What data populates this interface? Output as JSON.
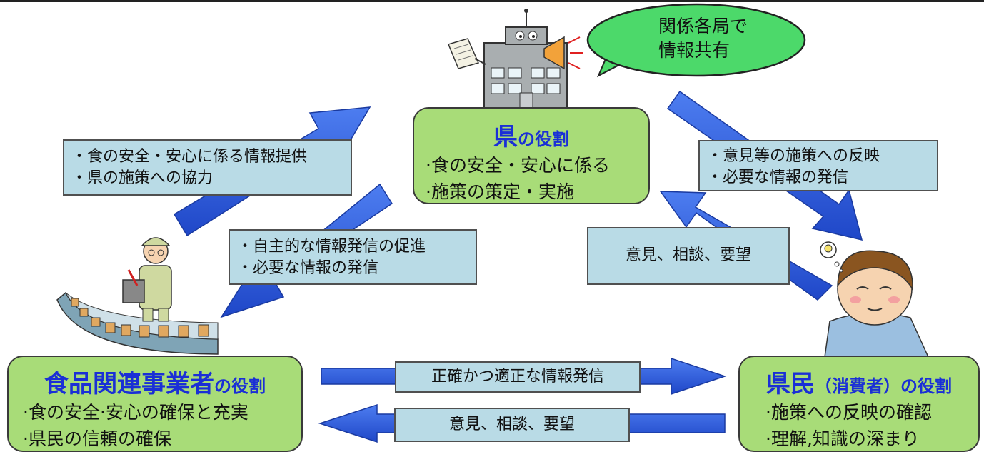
{
  "bubble": {
    "line1": "関係各局で",
    "line2": "情報共有"
  },
  "prefecture": {
    "title_main": "県",
    "title_suffix": "の役割",
    "items": [
      "·食の安全・安心に係る",
      "·施策の策定・実施"
    ]
  },
  "business": {
    "title_main": "食品関連事業者",
    "title_suffix": "の役割",
    "items": [
      "·食の安全·安心の確保と充実",
      "·県民の信頼の確保"
    ]
  },
  "citizen": {
    "title_main": "県民",
    "title_suffix": "（消費者）の役割",
    "items": [
      "·施策への反映の確認",
      "·理解,知識の深まり"
    ]
  },
  "labels": {
    "business_to_pref": [
      "・食の安全・安心に係る情報提供",
      "・県の施策への協力"
    ],
    "pref_to_business": [
      "・自主的な情報発信の促進",
      "・必要な情報の発信"
    ],
    "pref_to_citizen": [
      "・意見等の施策への反映",
      "・必要な情報の発信"
    ],
    "citizen_to_pref": "意見、相談、要望",
    "business_to_citizen": "正確かつ適正な情報発信",
    "citizen_to_business": "意見、相談、要望"
  },
  "colors": {
    "role_fill": "#a8dc78",
    "title_blue": "#1a2fd6",
    "label_fill": "#b9dbe6",
    "arrow_blue": "#2a5be0",
    "bubble_fill": "#4cd96a"
  }
}
